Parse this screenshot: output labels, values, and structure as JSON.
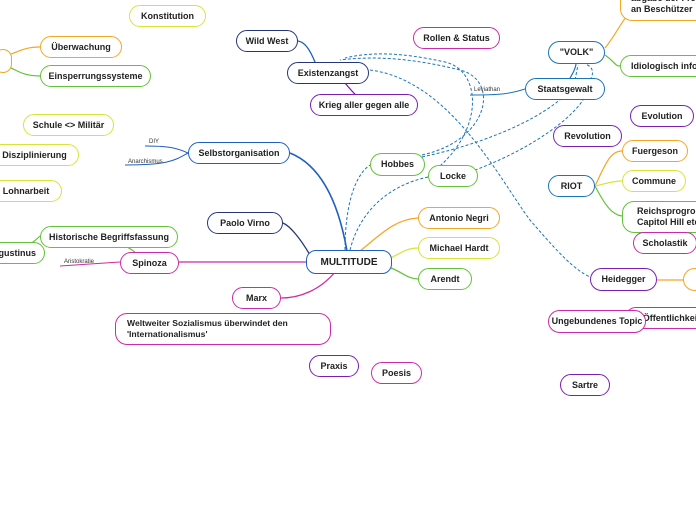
{
  "central": "MULTITUDE",
  "nodes": {
    "konstitution": "Konstitution",
    "ueberwachung": "Überwachung",
    "einsperrungssysteme": "Einsperrungssysteme",
    "wild_west": "Wild West",
    "existenzangst": "Existenzangst",
    "krieg": "Krieg aller gegen alle",
    "rollen_status": "Rollen & Status",
    "volk": "\"VOLK\"",
    "abgabe": "abgabe der Freiheit an Beschützer",
    "idiologisch": "Idiologisch informiert",
    "staatsgewalt": "Staatsgewalt",
    "schule_militaer": "Schule <> Militär",
    "disziplinierung": "Disziplinierung",
    "lohnarbeit": "Lohnarbeit",
    "selbstorganisation": "Selbstorganisation",
    "hobbes": "Hobbes",
    "locke": "Locke",
    "evolution": "Evolution",
    "revolution": "Revolution",
    "fuergeson": "Fuergeson",
    "riot": "RIOT",
    "commune": "Commune",
    "reichsprogrom": "Reichsprogrom Capitol Hill etc.",
    "scholastik": "Scholastik",
    "paolo_virno": "Paolo Virno",
    "antonio_negri": "Antonio Negri",
    "michael_hardt": "Michael Hardt",
    "arendt": "Arendt",
    "historische": "Historische Begriffsfassung",
    "augustinus": "Augustinus",
    "spinoza": "Spinoza",
    "heidegger": "Heidegger",
    "lichkeit": "Öffentlichkeit",
    "ungebundenes": "Ungebundenes Topic",
    "marx": "Marx",
    "weltweiter": "Weltweiter Sozialismus überwindet den 'Internationalismus'",
    "praxis": "Praxis",
    "poesis": "Poesis",
    "sartre": "Sartre"
  },
  "labels": {
    "diy": "DIY",
    "anarchismus": "Anarchismus",
    "leviathan": "Leviathan",
    "aristokratie": "Aristokratie"
  },
  "colors": {
    "blue": "#1f5fbf",
    "navy": "#26357a",
    "purple": "#7a1fb3",
    "magenta": "#cc2ba5",
    "orange": "#f5a623",
    "yellow": "#d8e33a",
    "green": "#63c23a",
    "teal": "#1a75b8"
  }
}
